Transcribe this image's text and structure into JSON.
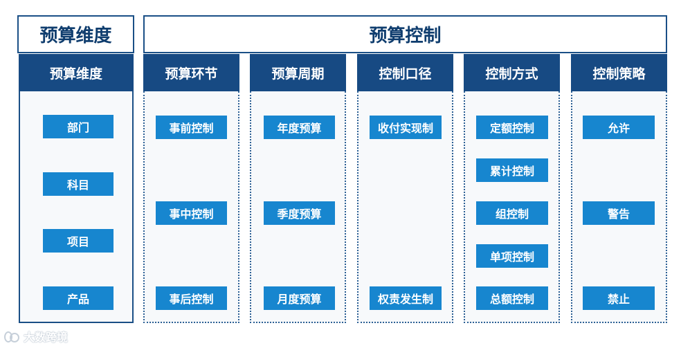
{
  "left_title": "预算维度",
  "right_title": "预算控制",
  "columns": [
    {
      "header": "预算维度",
      "items": [
        "部门",
        "科目",
        "项目",
        "产品"
      ]
    },
    {
      "header": "预算环节",
      "items": [
        "事前控制",
        "事中控制",
        "事后控制"
      ]
    },
    {
      "header": "预算周期",
      "items": [
        "年度预算",
        "季度预算",
        "月度预算"
      ]
    },
    {
      "header": "控制口径",
      "items": [
        "收付实现制",
        "权责发生制"
      ]
    },
    {
      "header": "控制方式",
      "items": [
        "定额控制",
        "累计控制",
        "组控制",
        "单项控制",
        "总额控制"
      ]
    },
    {
      "header": "控制策略",
      "items": [
        "允许",
        "警告",
        "禁止"
      ]
    }
  ],
  "watermark": "大数跨境",
  "colors": {
    "header_bg": "#174a83",
    "item_bg": "#1786cf",
    "title_text": "#0f3d6e"
  }
}
